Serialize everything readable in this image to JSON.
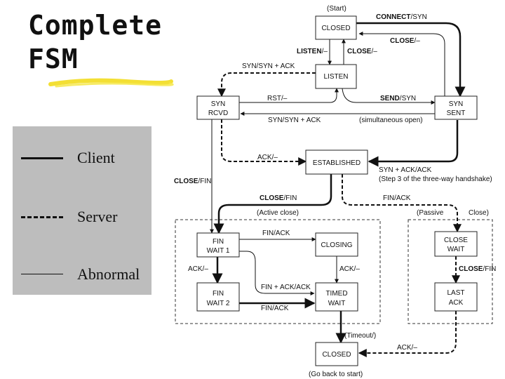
{
  "title": {
    "line1": "Complete",
    "line2": "FSM"
  },
  "legend": {
    "client": "Client",
    "server": "Server",
    "abnormal": "Abnormal"
  },
  "states": {
    "closed_top": "CLOSED",
    "listen": "LISTEN",
    "syn_rcvd_1": "SYN",
    "syn_rcvd_2": "RCVD",
    "syn_sent_1": "SYN",
    "syn_sent_2": "SENT",
    "established": "ESTABLISHED",
    "fin_wait1_1": "FIN",
    "fin_wait1_2": "WAIT 1",
    "closing": "CLOSING",
    "fin_wait2_1": "FIN",
    "fin_wait2_2": "WAIT 2",
    "timed_wait_1": "TIMED",
    "timed_wait_2": "WAIT",
    "close_wait_1": "CLOSE",
    "close_wait_2": "WAIT",
    "last_ack_1": "LAST",
    "last_ack_2": "ACK",
    "closed_bottom": "CLOSED"
  },
  "labels": {
    "start": "(Start)",
    "connect_b": "CONNECT",
    "connect_r": "/SYN",
    "close_a_b": "CLOSE",
    "close_a_r": "/–",
    "listen_b": "LISTEN",
    "listen_r": "/–",
    "close_b_b": "CLOSE",
    "close_b_r": "/–",
    "syn_synack": "SYN/SYN + ACK",
    "rst": "RST/–",
    "send_b": "SEND",
    "send_r": "/SYN",
    "syn_synack_2": "SYN/SYN + ACK",
    "simultaneous": "(simultaneous open)",
    "ack_dash": "ACK/–",
    "synack_ack": "SYN + ACK/ACK",
    "step3": "(Step 3 of the three-way handshake)",
    "closefin_left_b": "CLOSE",
    "closefin_left_r": "/FIN",
    "closefin_mid_b": "CLOSE",
    "closefin_mid_r": "/FIN",
    "finack_top": "FIN/ACK",
    "active_close": "(Active close)",
    "passive": "(Passive",
    "close_paren": "Close)",
    "finack_1": "FIN/ACK",
    "ack_left": "ACK/–",
    "ack_mid": "ACK/–",
    "closefin_right_b": "CLOSE",
    "closefin_right_r": "/FIN",
    "fin_ack_ack": "FIN + ACK/ACK",
    "finack_2": "FIN/ACK",
    "timeout": "(Timeout/)",
    "ack_bottom": "ACK/–",
    "go_back": "(Go back to start)"
  }
}
